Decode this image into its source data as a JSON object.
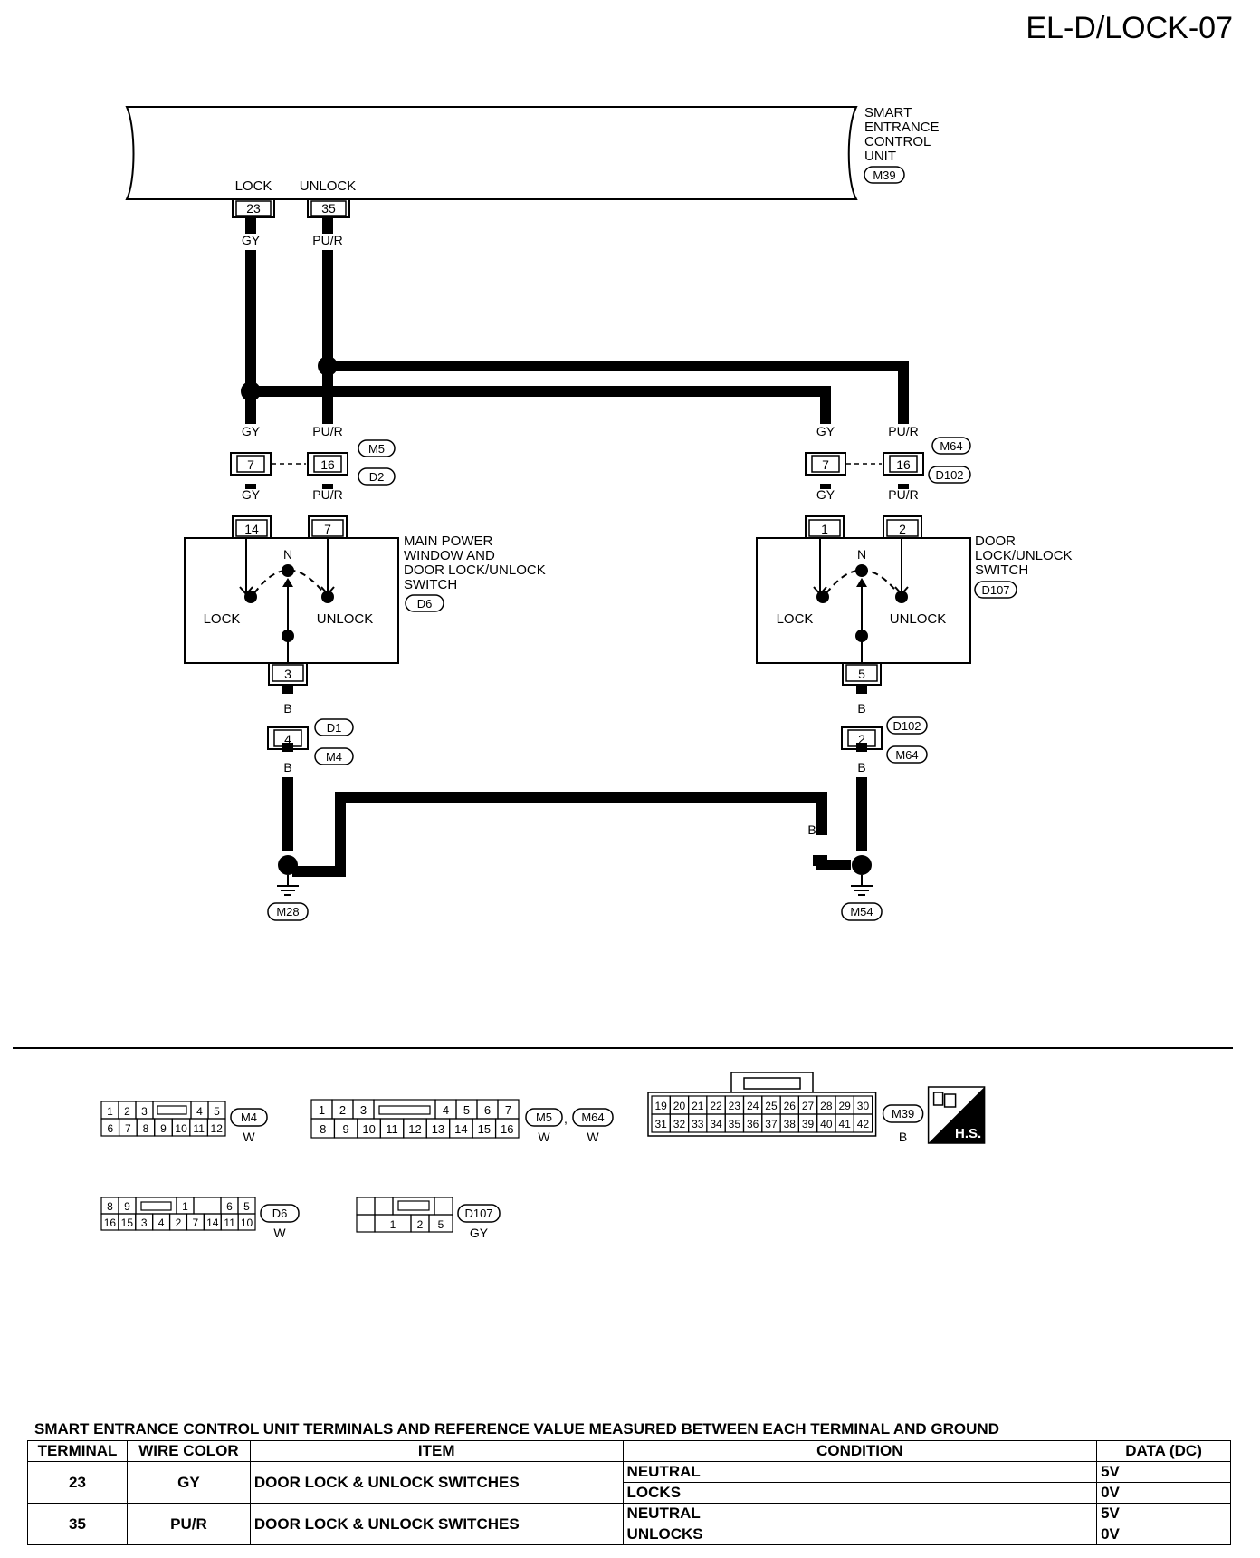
{
  "page_title": "EL-D/LOCK-07",
  "control_unit": {
    "name_lines": [
      "SMART",
      "ENTRANCE",
      "CONTROL",
      "UNIT"
    ],
    "connector": "M39",
    "lock_label": "LOCK",
    "unlock_label": "UNLOCK",
    "lock_terminal": "23",
    "unlock_terminal": "35"
  },
  "wire_colors": {
    "gy": "GY",
    "pur": "PU/R",
    "b": "B"
  },
  "left_junction": {
    "term_gy": "7",
    "term_pur": "16",
    "conn_a": "M5",
    "conn_b": "D2"
  },
  "right_junction": {
    "term_gy": "7",
    "term_pur": "16",
    "conn_a": "M64",
    "conn_b": "D102"
  },
  "main_switch": {
    "name_lines": [
      "MAIN POWER",
      "WINDOW AND",
      "DOOR LOCK/UNLOCK",
      "SWITCH"
    ],
    "connector": "D6",
    "term_left": "14",
    "term_right": "7",
    "term_bottom": "3",
    "n_label": "N",
    "lock_label": "LOCK",
    "unlock_label": "UNLOCK"
  },
  "door_switch": {
    "name_lines": [
      "DOOR",
      "LOCK/UNLOCK",
      "SWITCH"
    ],
    "connector": "D107",
    "term_left": "1",
    "term_right": "2",
    "term_bottom": "5",
    "n_label": "N",
    "lock_label": "LOCK",
    "unlock_label": "UNLOCK"
  },
  "left_ground_conn": {
    "terminal": "4",
    "conn_a": "D1",
    "conn_b": "M4"
  },
  "right_ground_conn": {
    "terminal": "2",
    "conn_a": "D102",
    "conn_b": "M64"
  },
  "grounds": {
    "left": "M28",
    "right": "M54"
  },
  "connector_views": {
    "m4": {
      "row1": [
        "1",
        "2",
        "3",
        "",
        "4",
        "5"
      ],
      "row2": [
        "6",
        "7",
        "8",
        "9",
        "10",
        "11",
        "12"
      ],
      "id": "M4",
      "color": "W"
    },
    "m5": {
      "row1": [
        "1",
        "2",
        "3",
        "",
        "4",
        "5",
        "6",
        "7"
      ],
      "row2": [
        "8",
        "9",
        "10",
        "11",
        "12",
        "13",
        "14",
        "15",
        "16"
      ],
      "id": "M5",
      "id2": "M64",
      "color": "W",
      "color2": "W"
    },
    "m39": {
      "row1": [
        "19",
        "20",
        "21",
        "22",
        "23",
        "24",
        "25",
        "26",
        "27",
        "28",
        "29",
        "30"
      ],
      "row2": [
        "31",
        "32",
        "33",
        "34",
        "35",
        "36",
        "37",
        "38",
        "39",
        "40",
        "41",
        "42"
      ],
      "id": "M39",
      "color": "B",
      "hs": "H.S."
    },
    "d6": {
      "row1": [
        "8",
        "9",
        "",
        "1",
        "",
        "6",
        "5"
      ],
      "row2": [
        "16",
        "15",
        "3",
        "4",
        "2",
        "7",
        "14",
        "11",
        "10"
      ],
      "id": "D6",
      "color": "W"
    },
    "d107": {
      "row2": [
        "1",
        "2",
        "5"
      ],
      "id": "D107",
      "color": "GY"
    }
  },
  "table": {
    "title": "SMART ENTRANCE CONTROL UNIT TERMINALS AND REFERENCE VALUE MEASURED BETWEEN EACH TERMINAL AND GROUND",
    "headers": [
      "TERMINAL",
      "WIRE COLOR",
      "ITEM",
      "CONDITION",
      "DATA (DC)"
    ],
    "rows": [
      {
        "terminal": "23",
        "wire": "GY",
        "item": "DOOR LOCK & UNLOCK SWITCHES",
        "cond1": "NEUTRAL",
        "data1": "5V",
        "cond2": "LOCKS",
        "data2": "0V"
      },
      {
        "terminal": "35",
        "wire": "PU/R",
        "item": "DOOR LOCK & UNLOCK SWITCHES",
        "cond1": "NEUTRAL",
        "data1": "5V",
        "cond2": "UNLOCKS",
        "data2": "0V"
      }
    ]
  }
}
